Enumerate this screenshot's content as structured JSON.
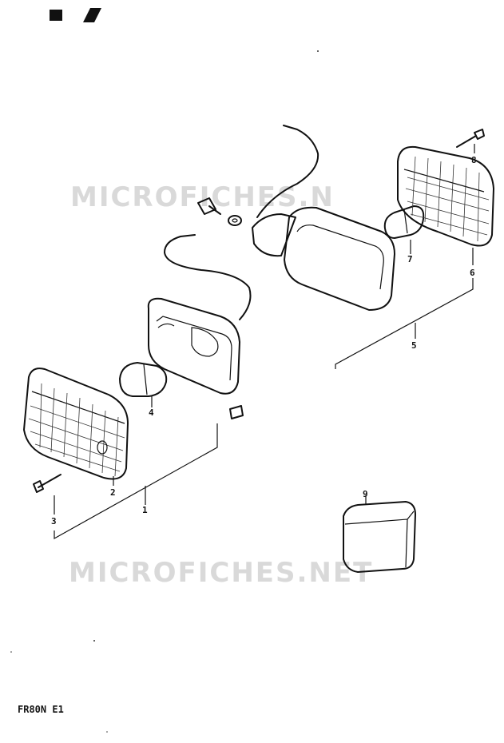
{
  "watermark": "MICROFICHES.NET",
  "watermark_partial": "MICROFICHES.N",
  "model_code": "FR80N E1",
  "callouts": [
    "1",
    "2",
    "3",
    "4",
    "5",
    "6",
    "7",
    "8",
    "9"
  ]
}
